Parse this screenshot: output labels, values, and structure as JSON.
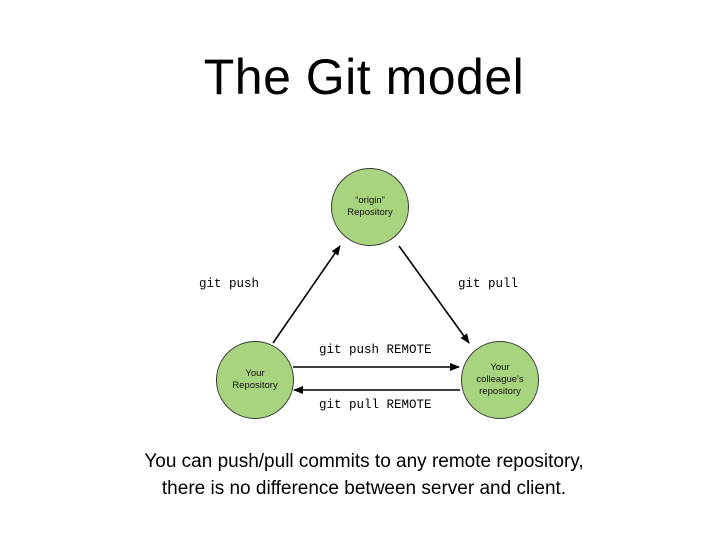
{
  "slide": {
    "title": "The Git model",
    "caption_line1": "You can push/pull commits to any remote repository,",
    "caption_line2": "there is no difference between server and client.",
    "background_color": "#ffffff",
    "node_fill_color": "#a8d47f",
    "node_stroke_color": "#3a3a3a"
  },
  "diagram": {
    "nodes": [
      {
        "id": "origin",
        "label": "“origin”\nRepository"
      },
      {
        "id": "your-repository",
        "label": "Your\nRepository"
      },
      {
        "id": "colleague-repository",
        "label": "Your\ncolleague's\nrepository"
      }
    ],
    "edges": [
      {
        "id": "push",
        "label": "git push",
        "from": "your-repository",
        "to": "origin"
      },
      {
        "id": "pull",
        "label": "git pull",
        "from": "origin",
        "to": "colleague-repository"
      },
      {
        "id": "push-remote",
        "label": "git push REMOTE",
        "from": "your-repository",
        "to": "colleague-repository"
      },
      {
        "id": "pull-remote",
        "label": "git pull REMOTE",
        "from": "colleague-repository",
        "to": "your-repository"
      }
    ]
  }
}
